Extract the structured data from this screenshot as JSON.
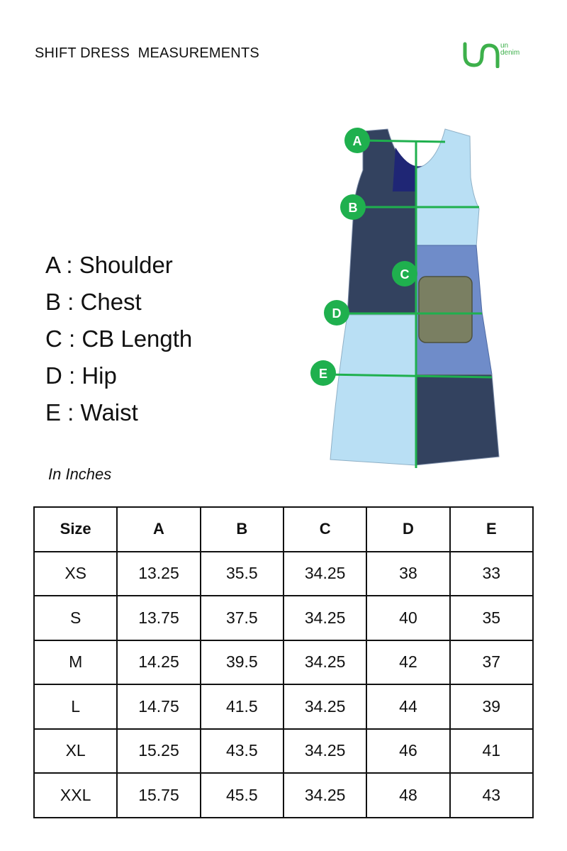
{
  "header": {
    "title": "SHIFT DRESS  MEASUREMENTS"
  },
  "brand": {
    "line1": "un",
    "line2": "denim",
    "color": "#3db04b"
  },
  "legend": [
    {
      "key": "A",
      "label": "A : Shoulder"
    },
    {
      "key": "B",
      "label": "B : Chest"
    },
    {
      "key": "C",
      "label": "C : CB Length"
    },
    {
      "key": "D",
      "label": "D : Hip"
    },
    {
      "key": "E",
      "label": "E : Waist"
    }
  ],
  "unit_note": "In Inches",
  "diagram": {
    "markers": [
      "A",
      "B",
      "C",
      "D",
      "E"
    ],
    "colors": {
      "marker": "#1fb04e",
      "navy": "#33425f",
      "light_blue": "#b9dff4",
      "mid_blue": "#6f8cc9",
      "olive": "#7a7f62",
      "inner": "#1f2675"
    }
  },
  "table": {
    "headers": [
      "Size",
      "A",
      "B",
      "C",
      "D",
      "E"
    ],
    "rows": [
      [
        "XS",
        "13.25",
        "35.5",
        "34.25",
        "38",
        "33"
      ],
      [
        "S",
        "13.75",
        "37.5",
        "34.25",
        "40",
        "35"
      ],
      [
        "M",
        "14.25",
        "39.5",
        "34.25",
        "42",
        "37"
      ],
      [
        "L",
        "14.75",
        "41.5",
        "34.25",
        "44",
        "39"
      ],
      [
        "XL",
        "15.25",
        "43.5",
        "34.25",
        "46",
        "41"
      ],
      [
        "XXL",
        "15.75",
        "45.5",
        "34.25",
        "48",
        "43"
      ]
    ]
  }
}
